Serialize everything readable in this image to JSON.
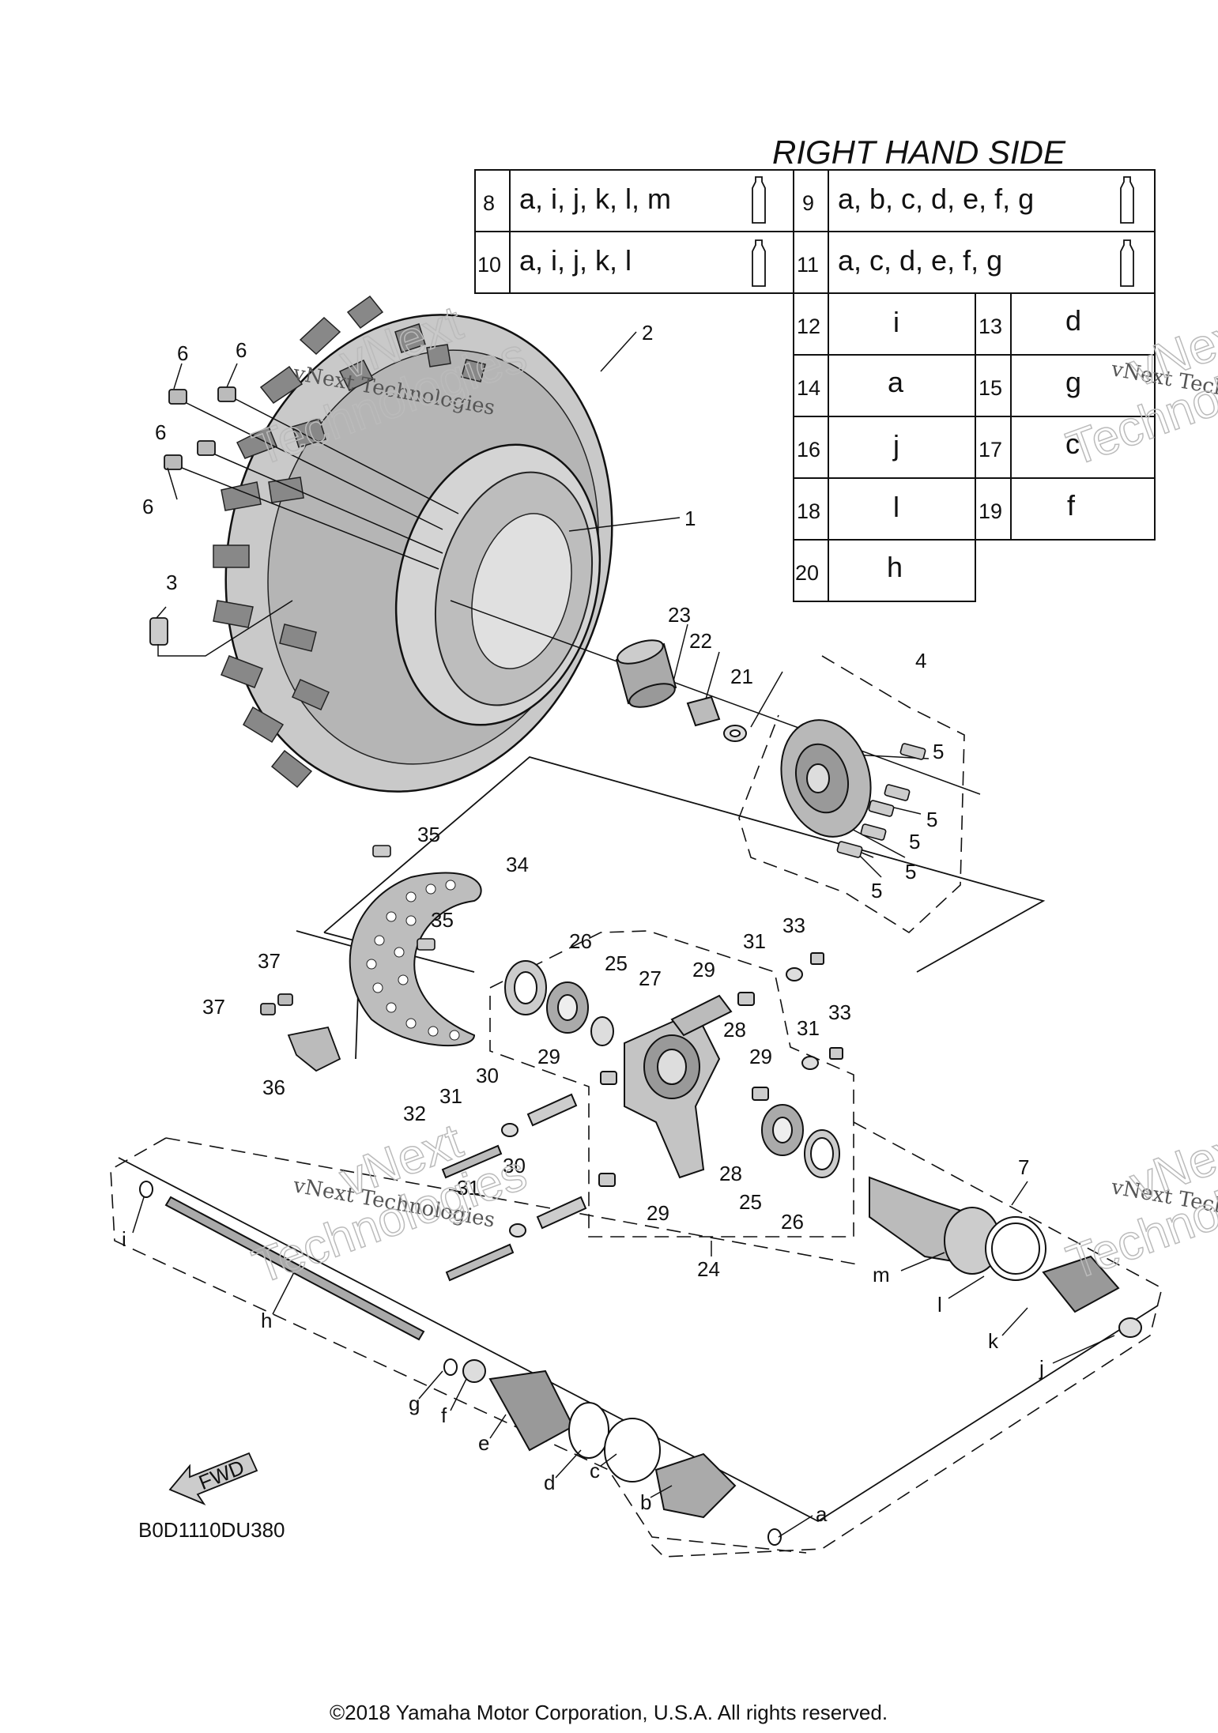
{
  "title": "RIGHT HAND SIDE",
  "kit_table": [
    {
      "num": "8",
      "parts": "a, i, j, k, l, m"
    },
    {
      "num": "9",
      "parts": "a, b, c, d, e, f, g"
    },
    {
      "num": "10",
      "parts": "a, i, j, k, l"
    },
    {
      "num": "11",
      "parts": "a, c, d, e, f, g"
    }
  ],
  "single_table": [
    {
      "num": "12",
      "part": "i"
    },
    {
      "num": "13",
      "part": "d"
    },
    {
      "num": "14",
      "part": "a"
    },
    {
      "num": "15",
      "part": "g"
    },
    {
      "num": "16",
      "part": "j"
    },
    {
      "num": "17",
      "part": "c"
    },
    {
      "num": "18",
      "part": "l"
    },
    {
      "num": "19",
      "part": "f"
    },
    {
      "num": "20",
      "part": "h"
    }
  ],
  "callouts": {
    "c1": "1",
    "c2": "2",
    "c3": "3",
    "c4": "4",
    "c5": "5",
    "c6": "6",
    "c7": "7",
    "c21": "21",
    "c22": "22",
    "c23": "23",
    "c24": "24",
    "c25": "25",
    "c26": "26",
    "c27": "27",
    "c28": "28",
    "c29": "29",
    "c30": "30",
    "c31": "31",
    "c32": "32",
    "c33": "33",
    "c34": "34",
    "c35": "35",
    "c36": "36",
    "c37": "37",
    "la": "a",
    "lb": "b",
    "lc": "c",
    "ld": "d",
    "le": "e",
    "lf": "f",
    "lg": "g",
    "lh": "h",
    "li": "i",
    "lj": "j",
    "lk": "k",
    "ll": "l",
    "lm": "m"
  },
  "fwd_label": "FWD",
  "diagram_code": "B0D1110DU380",
  "watermark_line": "vNext Technologies",
  "watermark_big": "vNext",
  "watermark_big2": "Technologies",
  "copyright": "©2018 Yamaha Motor Corporation, U.S.A. All rights reserved."
}
